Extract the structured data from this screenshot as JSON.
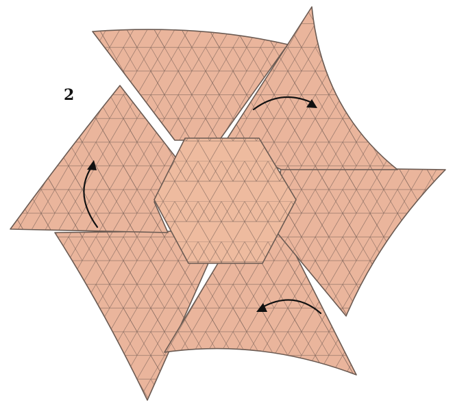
{
  "step": {
    "number": "2"
  },
  "diagram": {
    "paper_color": "#eab59c",
    "hexagon_color": "#eebb9f",
    "edge_color": "#6a5a52",
    "grid_color": "#7a6258",
    "arrow_color": "#111111",
    "flap_count": 6,
    "arrows": [
      "upper-right-arrow",
      "left-arrow",
      "lower-arrow"
    ]
  }
}
